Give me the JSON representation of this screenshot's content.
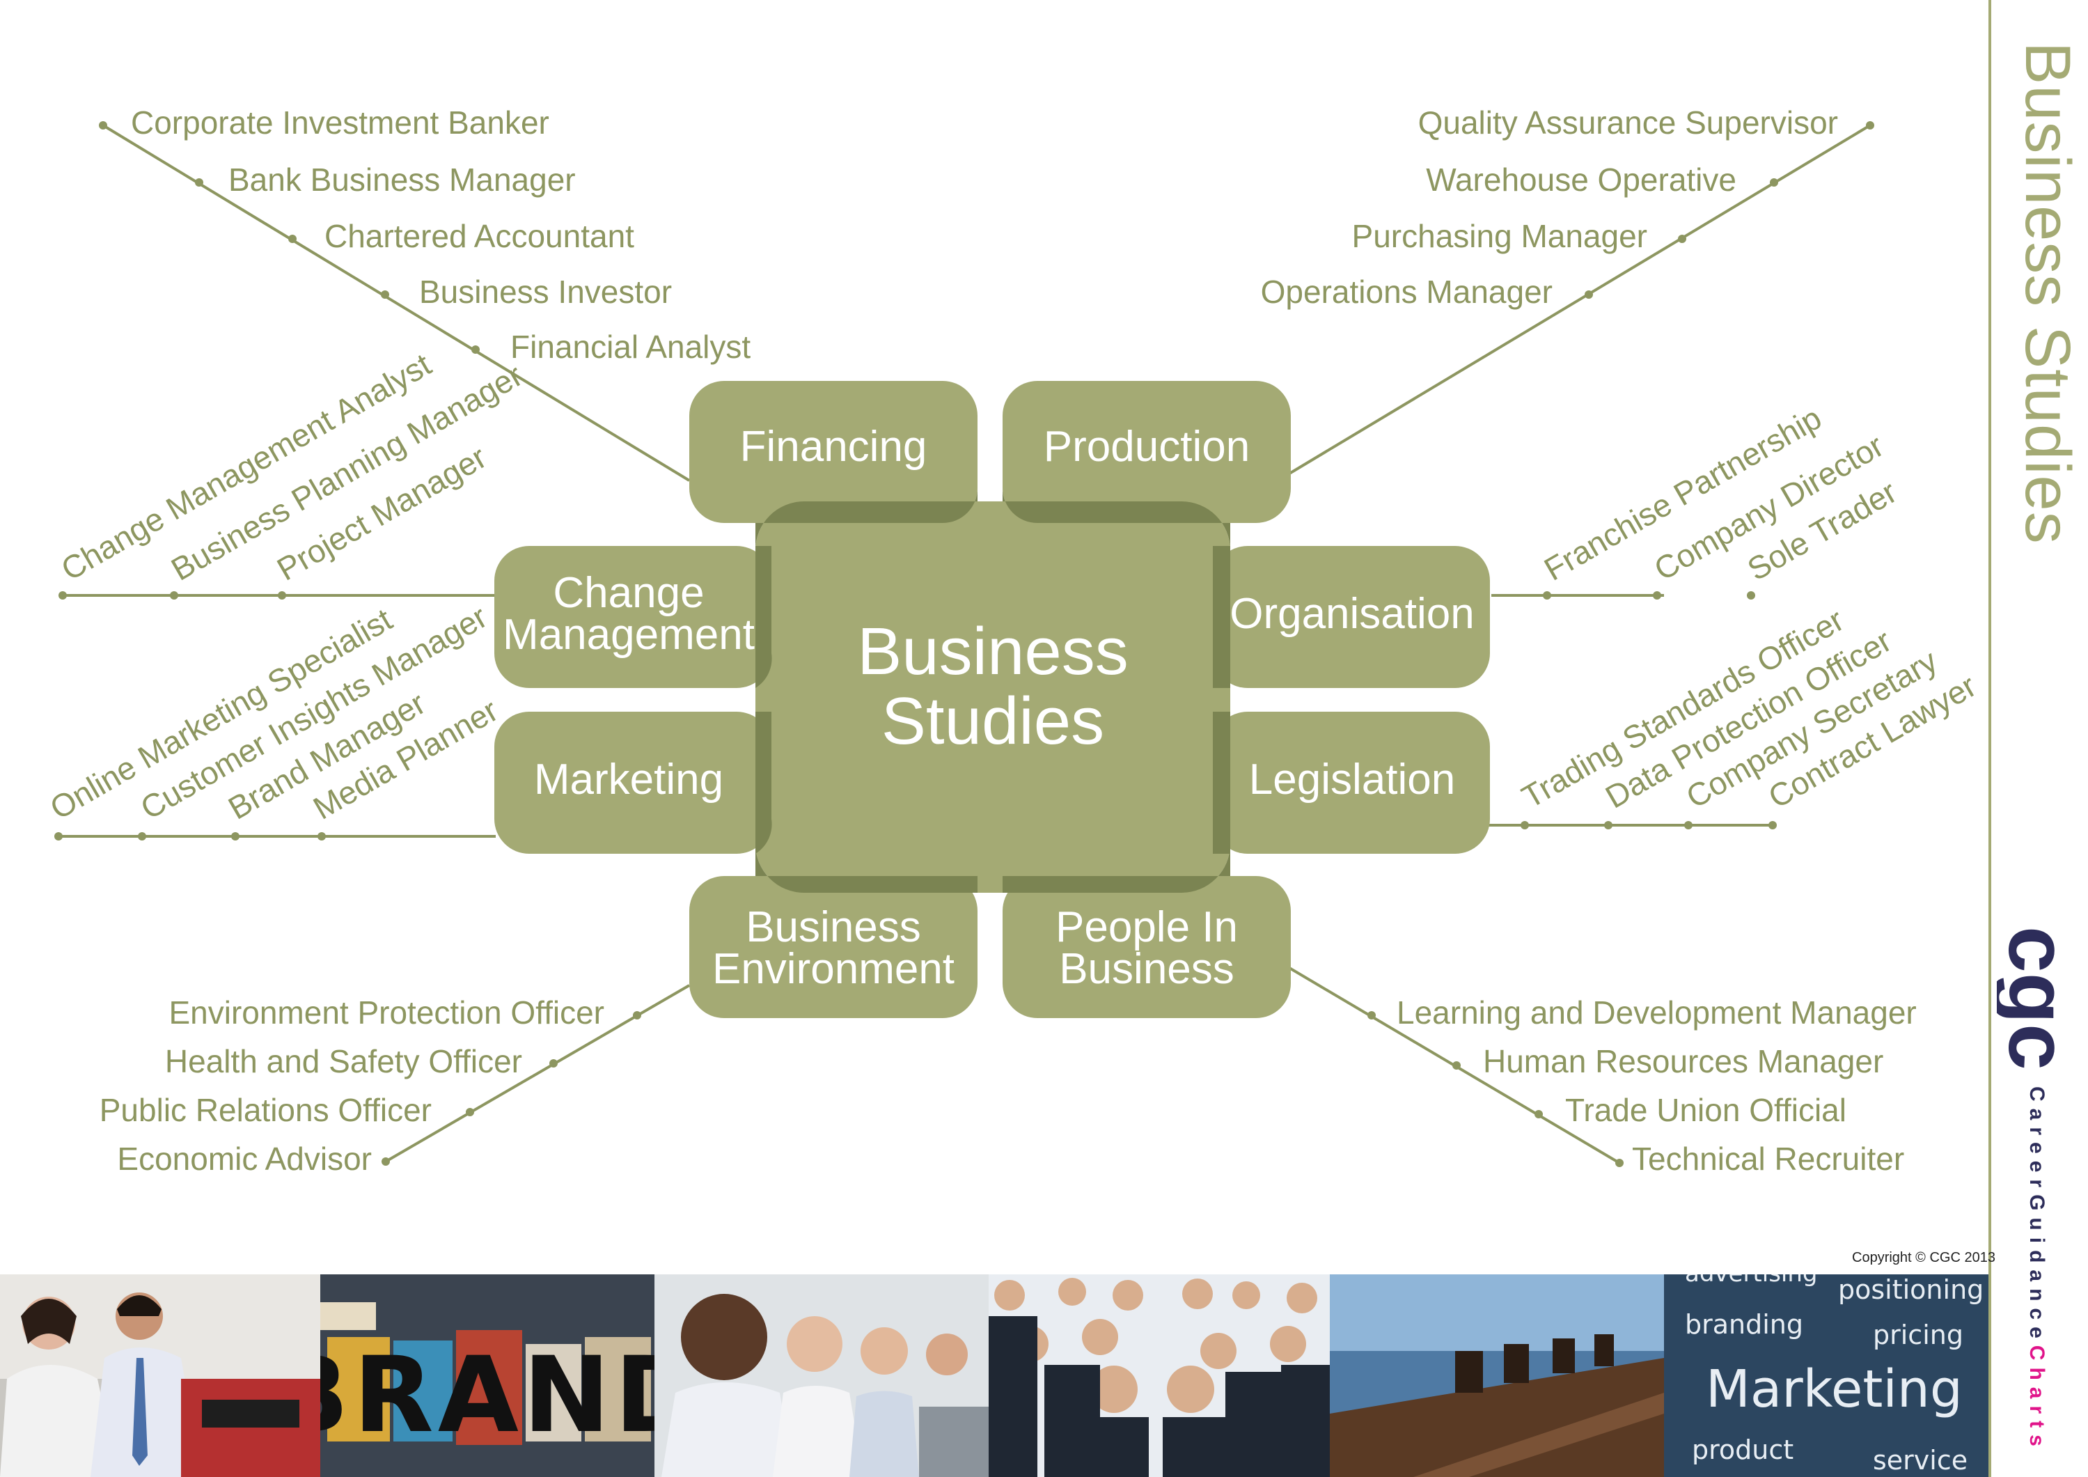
{
  "center": {
    "line1": "Business",
    "line2": "Studies"
  },
  "topics": {
    "financing": "Financing",
    "production": "Production",
    "change_line1": "Change",
    "change_line2": "Management",
    "organisation": "Organisation",
    "marketing": "Marketing",
    "legislation": "Legislation",
    "env_line1": "Business",
    "env_line2": "Environment",
    "people_line1": "People In",
    "people_line2": "Business"
  },
  "careers": {
    "financing": [
      "Corporate Investment Banker",
      "Bank Business Manager",
      "Chartered Accountant",
      "Business Investor",
      "Financial Analyst"
    ],
    "production": [
      "Quality Assurance Supervisor",
      "Warehouse Operative",
      "Purchasing Manager",
      "Operations Manager"
    ],
    "change_management": [
      "Change Management Analyst",
      "Business Planning Manager",
      "Project Manager"
    ],
    "organisation": [
      "Franchise Partnership",
      "Company Director",
      "Sole Trader"
    ],
    "marketing": [
      "Online Marketing Specialist",
      "Customer Insights Manager",
      "Brand Manager",
      "Media Planner"
    ],
    "legislation": [
      "Trading Standards Officer",
      "Data Protection Officer",
      "Company Secretary",
      "Contract Lawyer"
    ],
    "business_environment": [
      "Environment Protection Officer",
      "Health and Safety Officer",
      "Public Relations Officer",
      "Economic Advisor"
    ],
    "people_in_business": [
      "Learning and Development Manager",
      "Human Resources Manager",
      "Trade Union Official",
      "Technical Recruiter"
    ]
  },
  "side_title": "Business Studies",
  "brand": {
    "logo_text": "cgc",
    "name_part1": "CareerGuidance",
    "name_part2": "Charts"
  },
  "copyright": "Copyright © CGC 2013",
  "photos": {
    "brand_sign": "BRAND",
    "marketing_words": {
      "w1": "positioning",
      "w2": "branding",
      "w3": "pricing",
      "w4": "Marketing",
      "w5": "product",
      "w6": "service",
      "w7": "advertising"
    }
  },
  "colors": {
    "olive": "#a4aa74",
    "olive_dark": "#8d9660",
    "overlap": "#7b8452",
    "magenta": "#e0148a",
    "navy": "#2d2d5a"
  }
}
